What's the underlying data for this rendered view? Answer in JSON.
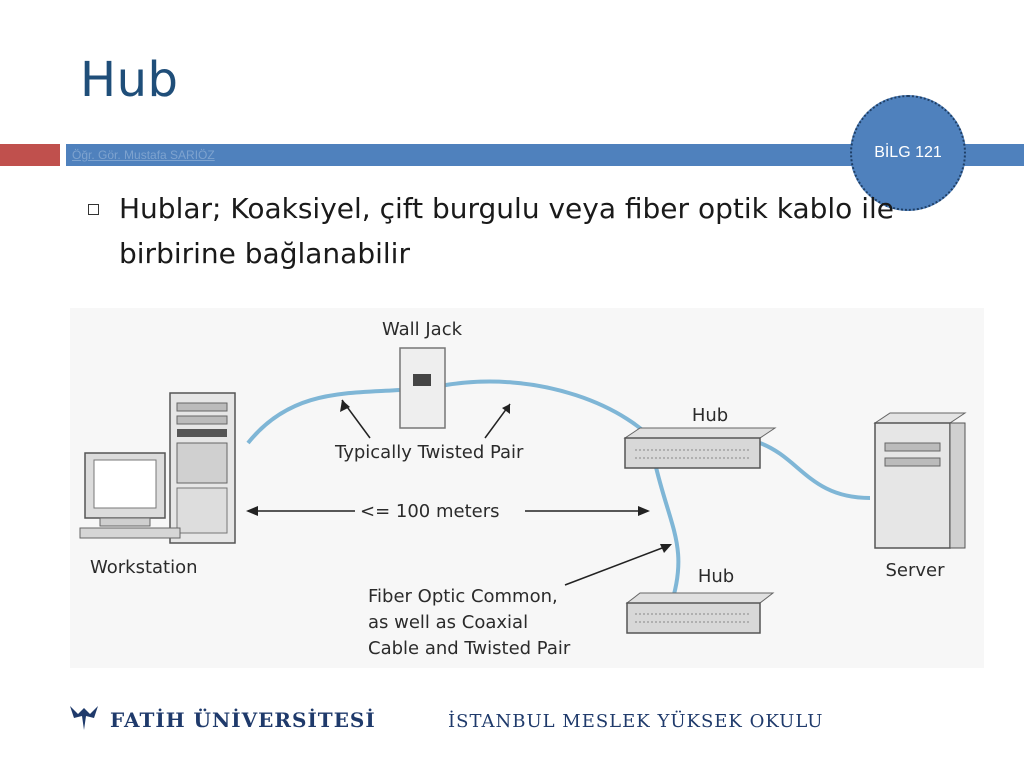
{
  "slide": {
    "title": "Hub",
    "author": "Öğr. Gör. Mustafa SARIÖZ",
    "course_badge": "BİLG 121",
    "bullet_text": "Hublar; Koaksiyel, çift burgulu veya fiber optik kablo ile birbirine bağlanabilir"
  },
  "figure": {
    "wall_jack": "Wall Jack",
    "hub_top": "Hub",
    "hub_bottom": "Hub",
    "typically_twisted": "Typically Twisted Pair",
    "distance": "<= 100 meters",
    "workstation": "Workstation",
    "server": "Server",
    "fiber_line1": "Fiber Optic Common,",
    "fiber_line2": "as well as Coaxial",
    "fiber_line3": "Cable and Twisted Pair"
  },
  "footer": {
    "university": "FATİH ÜNİVERSİTESİ",
    "school": "İSTANBUL MESLEK YÜKSEK OKULU"
  },
  "colors": {
    "title": "#1f4e79",
    "band_blue": "#4f81bd",
    "band_red": "#c0504d",
    "cable": "#7fb6d6",
    "footer_text": "#1f3a6b"
  }
}
